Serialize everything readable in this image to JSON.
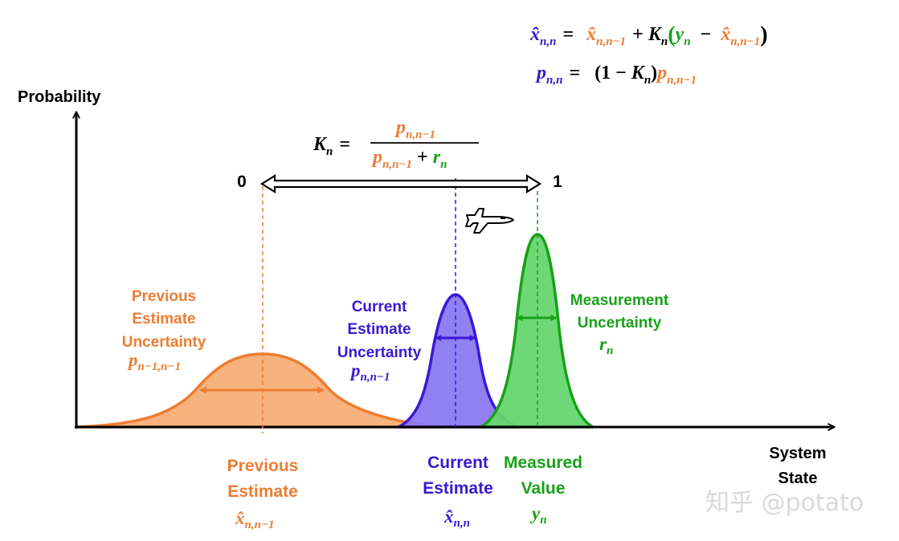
{
  "axes": {
    "y_label": "Probability",
    "x_label_line1": "System",
    "x_label_line2": "State"
  },
  "equations": {
    "update": {
      "lhs": "x̂",
      "lhs_sub": "n,n",
      "eq": "=",
      "t1": "x̂",
      "t1_sub": "n,n−1",
      "plus": "+",
      "k": "K",
      "k_sub": "n",
      "lparen": "(",
      "y": "y",
      "y_sub": "n",
      "minus": "−",
      "t2": "x̂",
      "t2_sub": "n,n−1",
      "rparen": ")"
    },
    "covariance": {
      "lhs": "p",
      "lhs_sub": "n,n",
      "eq": "=",
      "open": "(1 − ",
      "k": "K",
      "k_sub": "n",
      "close": ")",
      "p": "p",
      "p_sub": "n,n−1"
    },
    "gain": {
      "lhs": "K",
      "lhs_sub": "n",
      "eq": "=",
      "num": "p",
      "num_sub": "n,n−1",
      "den_p": "p",
      "den_p_sub": "n,n−1",
      "den_plus": "+",
      "den_r": "r",
      "den_r_sub": "n"
    }
  },
  "gain_range": {
    "min_label": "0",
    "max_label": "1"
  },
  "labels": {
    "prev_uncertainty": {
      "lines": [
        "Previous",
        "Estimate",
        "Uncertainty"
      ],
      "sym": "p",
      "sym_sub": "n−1,n−1"
    },
    "curr_uncertainty": {
      "lines": [
        "Current",
        "Estimate",
        "Uncertainty"
      ],
      "sym": "p",
      "sym_sub": "n,n−1"
    },
    "meas_uncertainty": {
      "lines": [
        "Measurement",
        "Uncertainty"
      ],
      "sym": "r",
      "sym_sub": "n"
    },
    "prev_estimate": {
      "lines": [
        "Previous",
        "Estimate"
      ],
      "sym": "x̂",
      "sym_sub": "n,n−1"
    },
    "curr_estimate": {
      "lines": [
        "Current",
        "Estimate"
      ],
      "sym": "x̂",
      "sym_sub": "n,n"
    },
    "measured_value": {
      "lines": [
        "Measured",
        "Value"
      ],
      "sym": "y",
      "sym_sub": "n"
    }
  },
  "watermark": "知乎 @potato",
  "icons": {
    "aircraft": "airplane-icon"
  },
  "colors": {
    "orange": "#ed7d31",
    "orange_fill": "#f7b27d",
    "blue": "#3b17d6",
    "blue_fill": "#8a79f0",
    "green": "#18a118",
    "green_fill": "#66d66f",
    "black": "#000000"
  }
}
